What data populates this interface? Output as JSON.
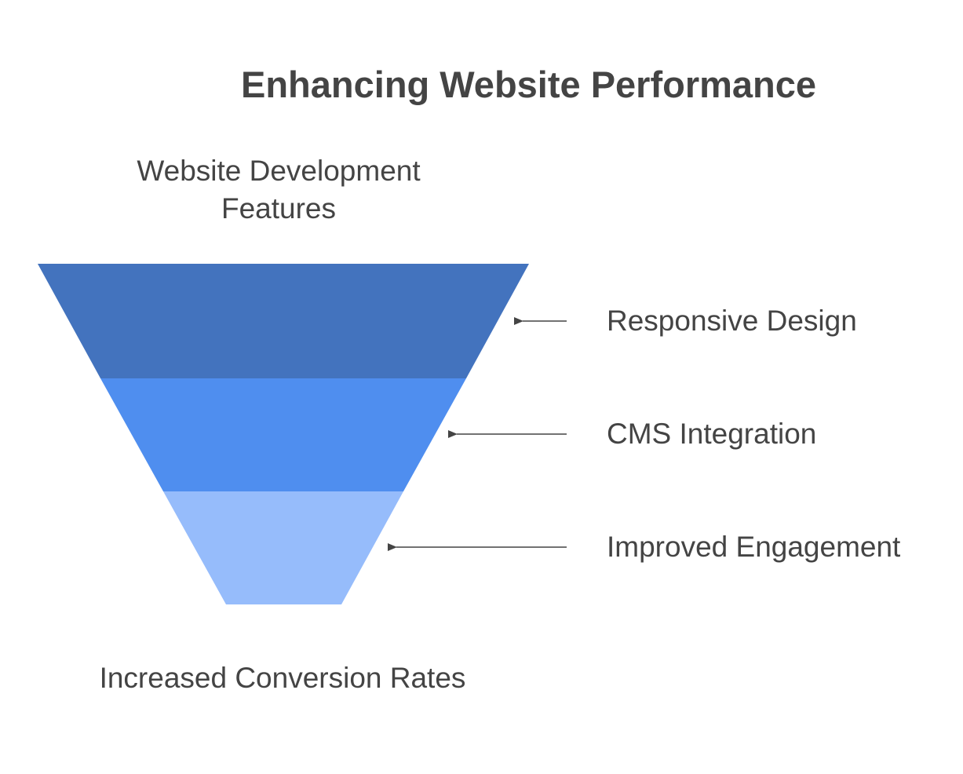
{
  "title": "Enhancing Website Performance",
  "funnel": {
    "top_label_lines": [
      "Website Development",
      "Features"
    ],
    "bottom_label": "Increased Conversion Rates",
    "stages": [
      {
        "label": "Responsive Design",
        "color": "#4373BE"
      },
      {
        "label": "CMS Integration",
        "color": "#4F8EEF"
      },
      {
        "label": "Improved Engagement",
        "color": "#96BCFB"
      }
    ],
    "arrow_color": "#444444"
  }
}
